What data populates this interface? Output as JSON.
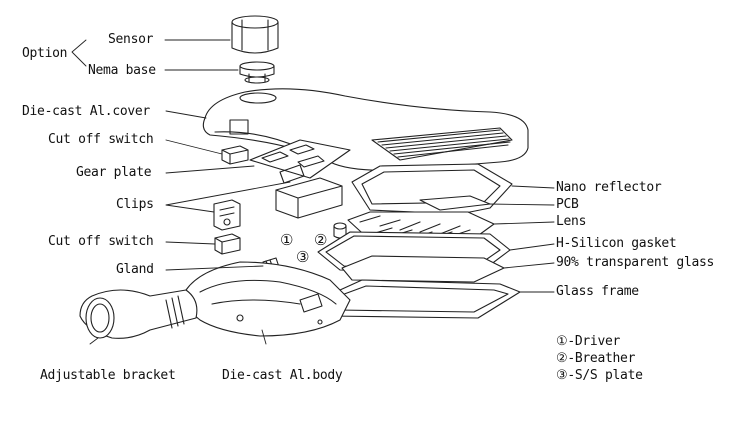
{
  "labels_left": {
    "option": "Option",
    "sensor": "Sensor",
    "nema_base": "Nema base",
    "cover": "Die-cast Al.cover",
    "cutoff_top": "Cut off switch",
    "gear_plate": "Gear plate",
    "clips": "Clips",
    "cutoff_bottom": "Cut off switch",
    "gland": "Gland",
    "bracket": "Adjustable bracket",
    "body": "Die-cast Al.body"
  },
  "labels_right": {
    "nano_reflector": "Nano reflector",
    "pcb": "PCB",
    "lens": "Lens",
    "gasket": "H-Silicon gasket",
    "glass": "90% transparent glass",
    "glass_frame": "Glass frame"
  },
  "callouts": {
    "one": "①",
    "two": "②",
    "three": "③"
  },
  "legend": [
    "①-Driver",
    "②-Breather",
    "③-S/S plate"
  ]
}
